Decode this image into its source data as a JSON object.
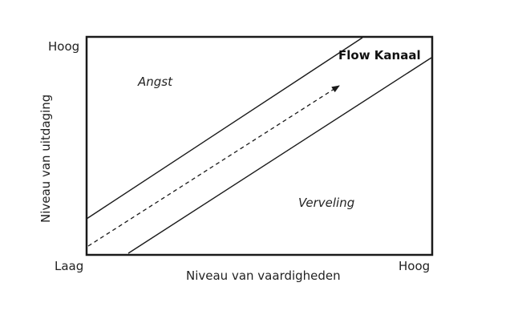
{
  "diagram": {
    "y_axis_label": "Niveau van uitdaging",
    "x_axis_label": "Niveau van vaardigheden",
    "y_high": "Hoog",
    "low": "Laag",
    "x_high": "Hoog",
    "regions": {
      "upper": "Angst",
      "channel": "Flow Kanaal",
      "lower": "Verveling"
    },
    "colors": {
      "stroke": "#1a1a1a",
      "background": "#ffffff"
    }
  }
}
